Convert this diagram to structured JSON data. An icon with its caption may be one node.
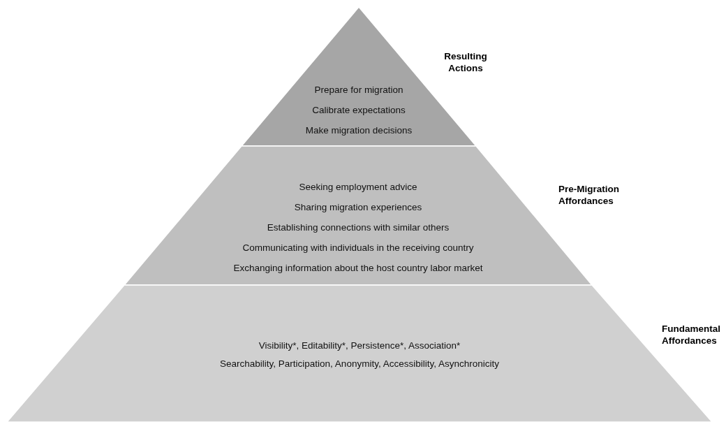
{
  "diagram": {
    "nodes": [
      {
        "text": [
          "Resulting Actions",
          "Prepare for migration",
          "Calibrate expectations",
          "Make migration decisions"
        ]
      },
      {
        "text": [
          "Pre-Migration Affordances",
          "Seeking employment advice",
          "Sharing migration experiences",
          "Establishing connections with similar others",
          "Communicating with individuals in the receiving country",
          "Exchanging information about the host country labor market"
        ]
      },
      {
        "text": [
          "Fundamental Affordances",
          "Visibility*, Editability*, Persistence*, Association*",
          "Searchability, Participation, Anonymity, Accessibility, Asynchronicity"
        ]
      }
    ]
  }
}
